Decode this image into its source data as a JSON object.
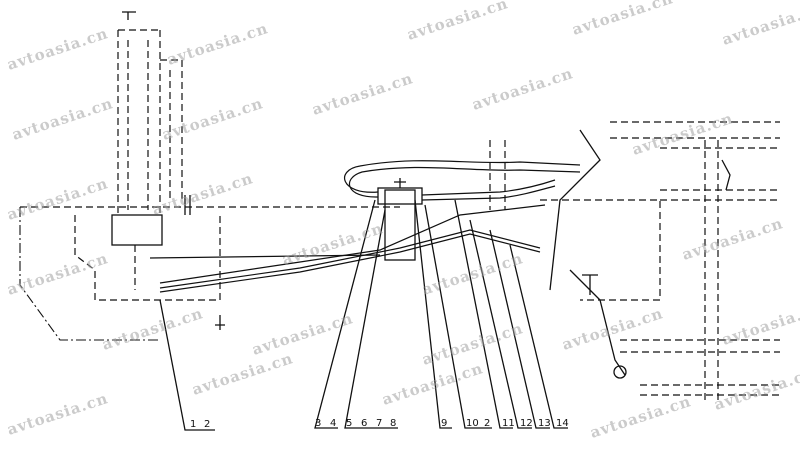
{
  "diagram": {
    "callouts": [
      "1",
      "2",
      "3",
      "4",
      "5",
      "6",
      "7",
      "8",
      "9",
      "10",
      "2",
      "11",
      "12",
      "13",
      "14"
    ]
  },
  "watermark": "avtoasia.cn"
}
